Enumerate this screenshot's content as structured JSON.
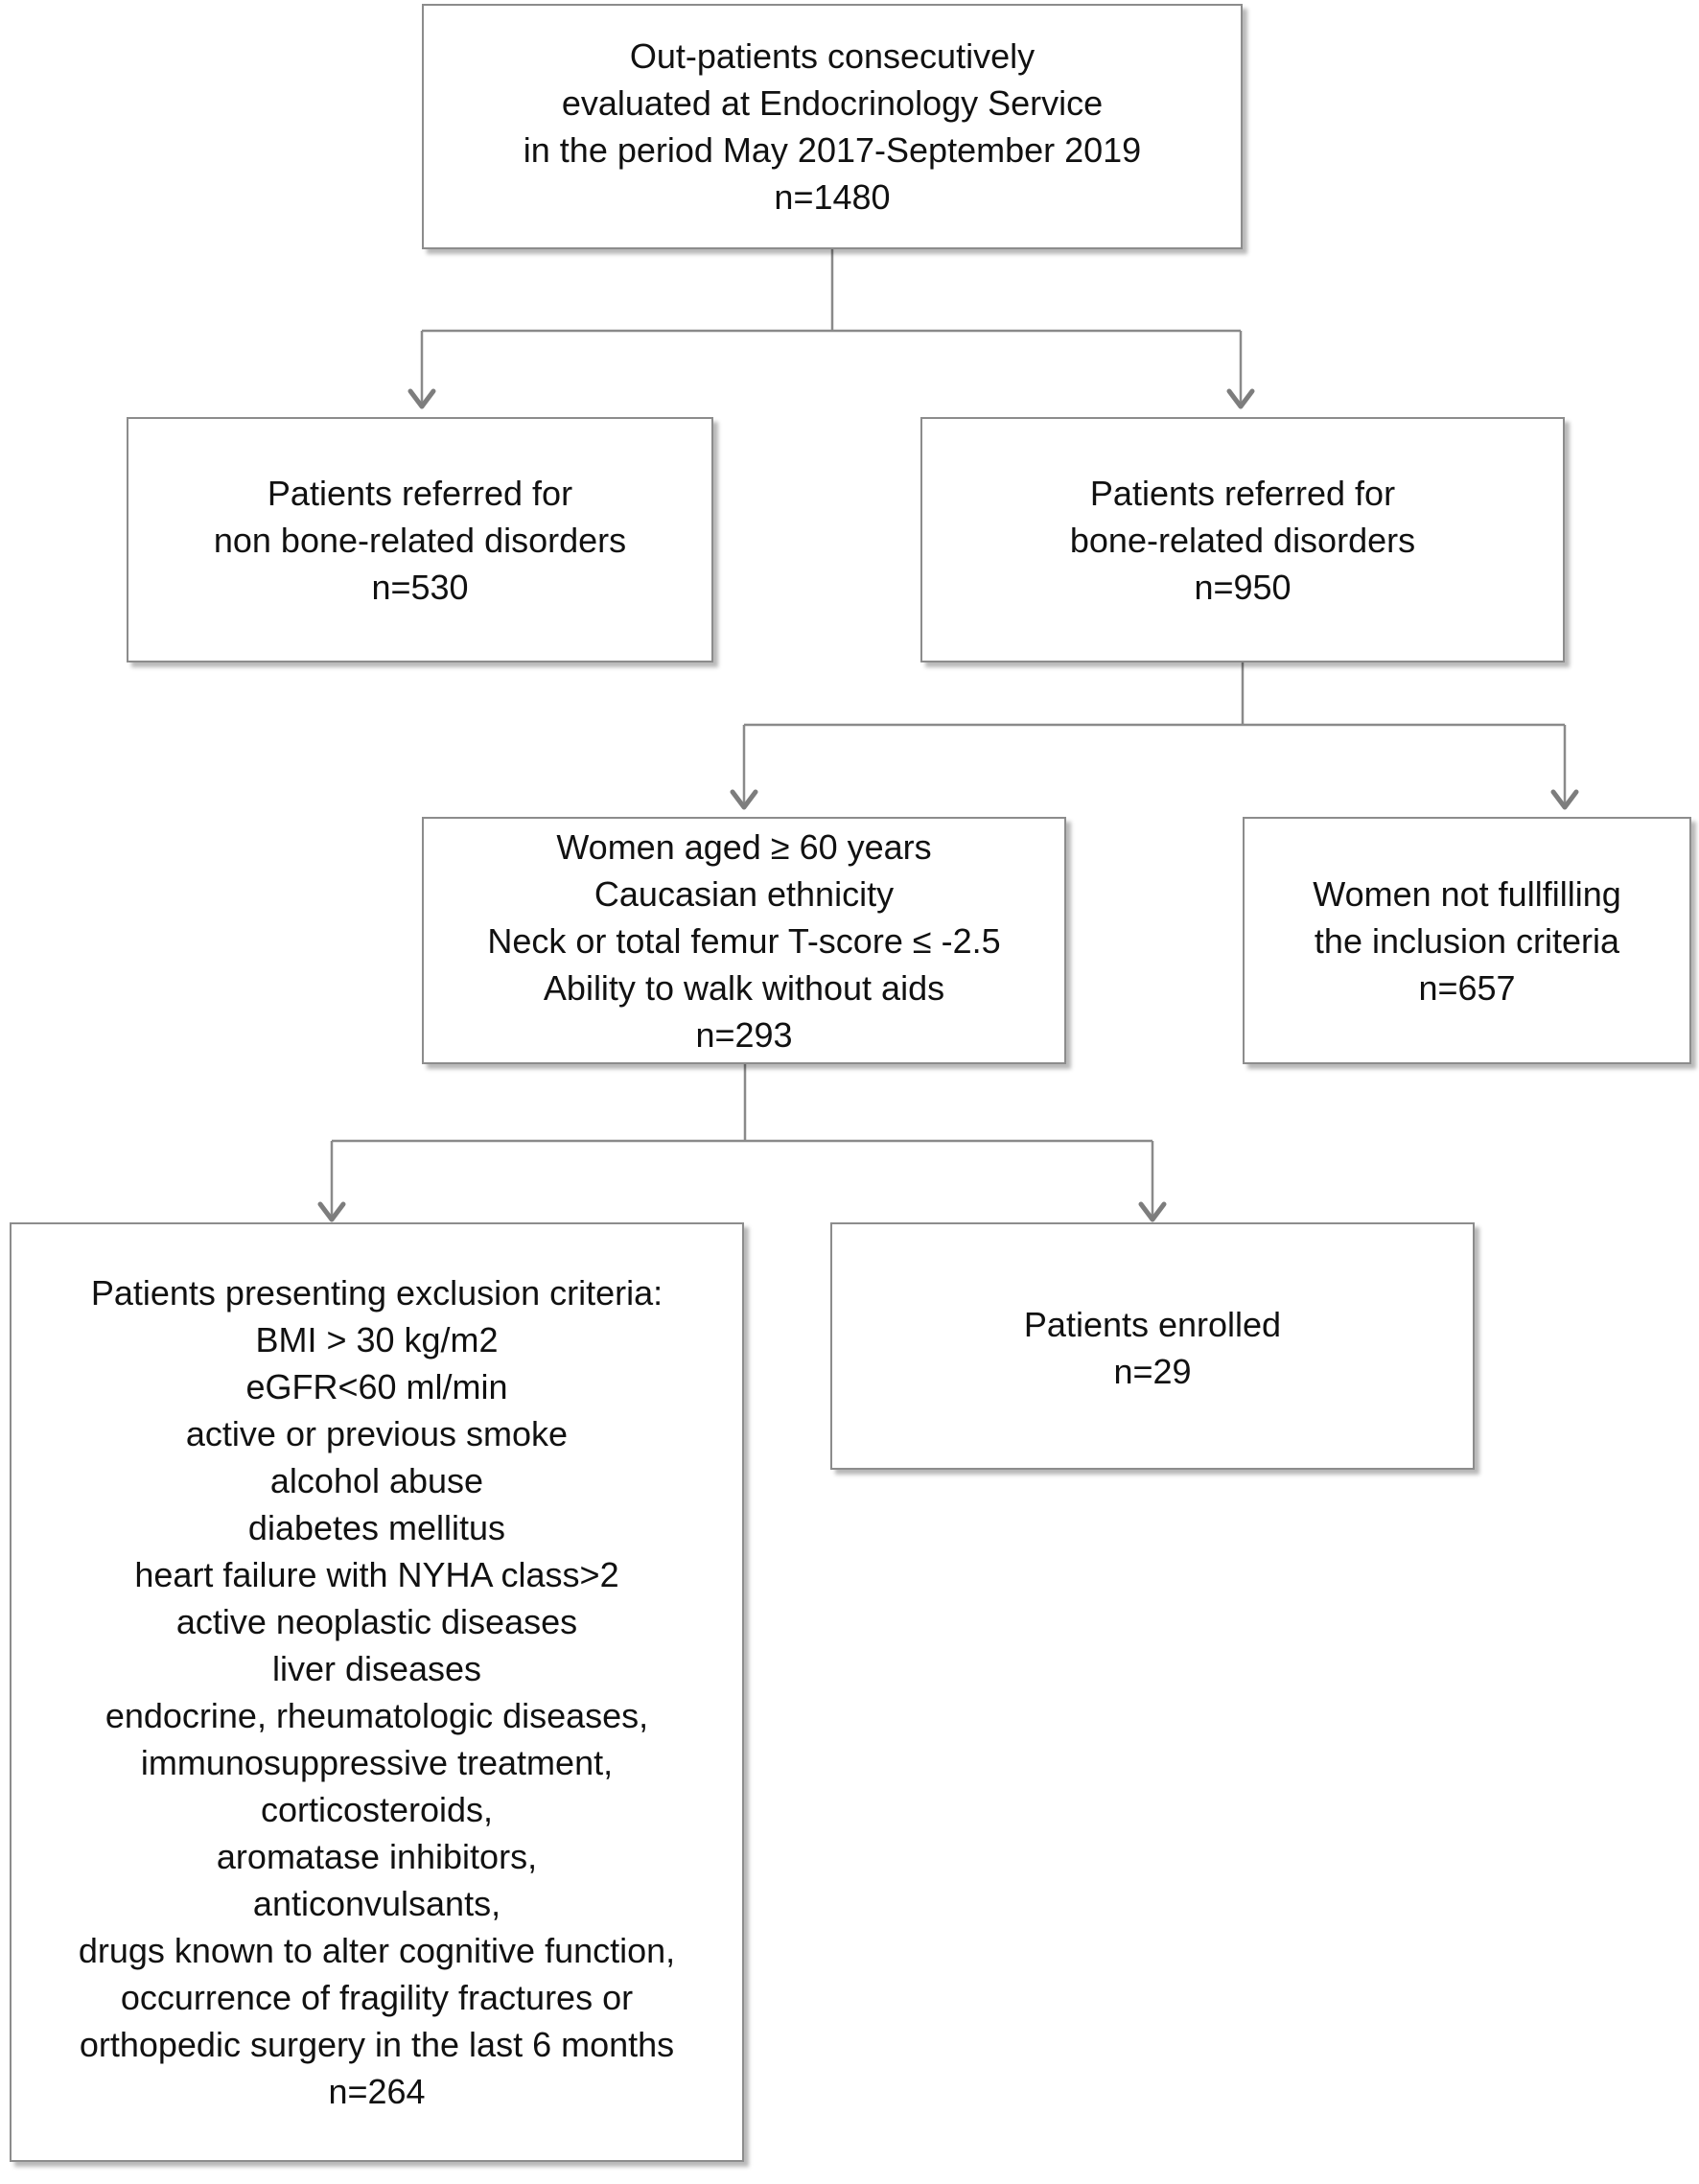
{
  "boxes": {
    "outpatients": {
      "lines": [
        "Out-patients consecutively",
        "evaluated at Endocrinology Service",
        "in the period May 2017-September 2019",
        "n=1480"
      ]
    },
    "non_bone": {
      "lines": [
        "Patients referred for",
        "non bone-related disorders",
        "n=530"
      ]
    },
    "bone": {
      "lines": [
        "Patients referred for",
        "bone-related disorders",
        "n=950"
      ]
    },
    "inclusion": {
      "lines": [
        "Women aged  ≥ 60 years",
        "Caucasian ethnicity",
        "Neck or total femur T-score ≤ -2.5",
        "Ability to walk without aids",
        "n=293"
      ]
    },
    "not_fulfilling": {
      "lines": [
        "Women not fullfilling",
        "the inclusion criteria",
        "n=657"
      ]
    },
    "exclusion": {
      "lines": [
        "Patients presenting exclusion criteria:",
        "BMI > 30 kg/m2",
        "eGFR<60 ml/min",
        "active or previous smoke",
        "alcohol abuse",
        "diabetes mellitus",
        "heart failure with NYHA class>2",
        "active neoplastic diseases",
        "liver diseases",
        "endocrine, rheumatologic diseases,",
        "immunosuppressive treatment,",
        "corticosteroids,",
        "aromatase inhibitors,",
        "anticonvulsants,",
        "drugs known to alter cognitive function,",
        "occurrence of fragility fractures or",
        "orthopedic surgery in the last 6 months",
        "n=264"
      ]
    },
    "enrolled": {
      "lines": [
        "Patients enrolled",
        "n=29"
      ]
    }
  },
  "colors": {
    "box_border": "#8c8c8c",
    "connector": "#8a8a8a",
    "text": "#111111",
    "background": "#ffffff"
  }
}
